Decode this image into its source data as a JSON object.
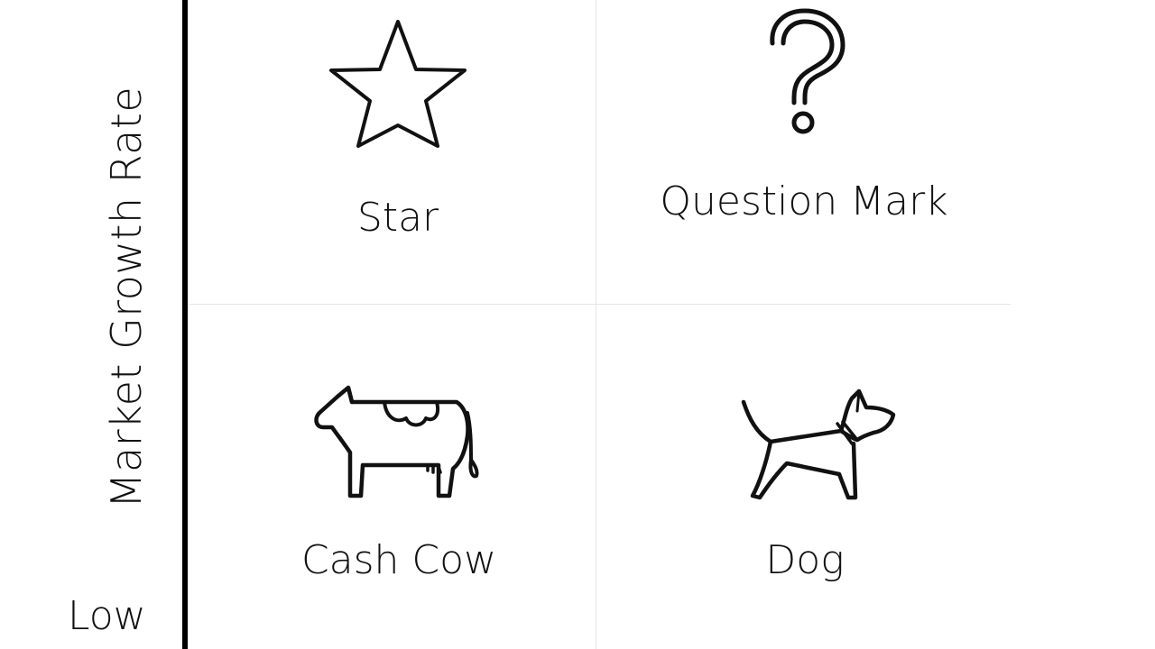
{
  "axis": {
    "y_label": "Market Growth Rate",
    "low_label": "Low"
  },
  "quadrants": [
    {
      "id": "star",
      "label": "Star",
      "icon": "star-icon"
    },
    {
      "id": "question-mark",
      "label": "Question Mark",
      "icon": "question-mark-icon"
    },
    {
      "id": "cash-cow",
      "label": "Cash Cow",
      "icon": "cow-icon"
    },
    {
      "id": "dog",
      "label": "Dog",
      "icon": "dog-icon"
    }
  ],
  "colors": {
    "background": "#ffffff",
    "axis": "#000000",
    "grid": "#e6e6e6",
    "text": "#111111",
    "icon_stroke": "#111111"
  }
}
